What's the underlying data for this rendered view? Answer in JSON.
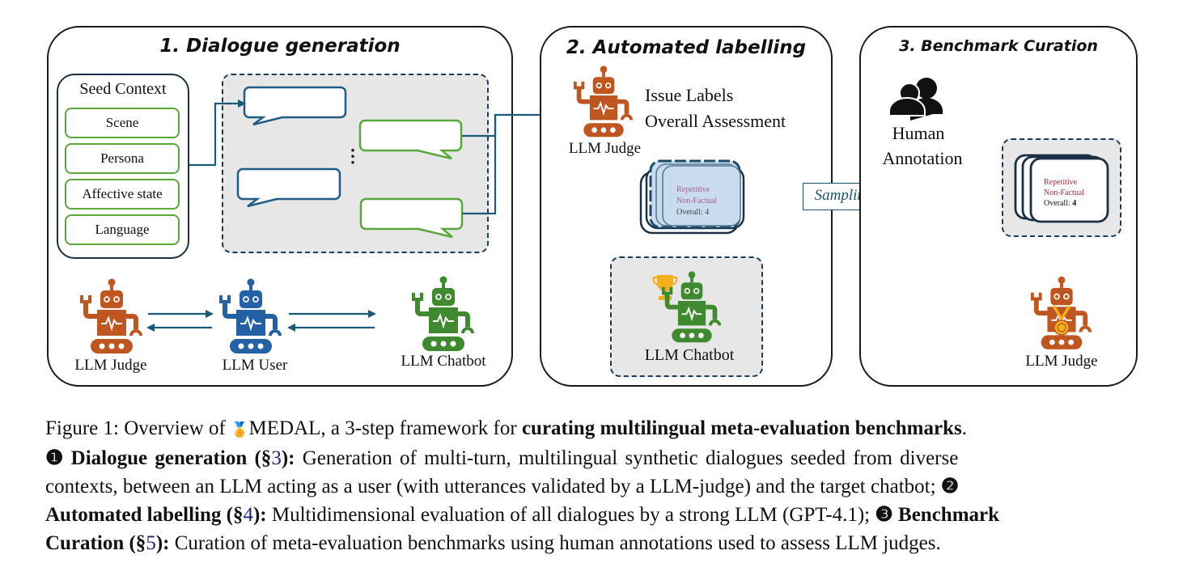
{
  "panels": [
    {
      "title": "1. Dialogue generation"
    },
    {
      "title": "2. Automated labelling"
    },
    {
      "title": "3. Benchmark Curation"
    }
  ],
  "seed_context": {
    "title": "Seed Context",
    "items": [
      "Scene",
      "Persona",
      "Affective state",
      "Language"
    ]
  },
  "dialogue": {
    "ellipsis": "⋮"
  },
  "agents_row": {
    "judge": "LLM Judge",
    "user": "LLM User",
    "chatbot": "LLM Chatbot"
  },
  "labelling": {
    "judge_label": "LLM Judge",
    "output_line1": "Issue Labels",
    "output_line2": "Overall Assessment",
    "card": {
      "issue1": "Repetitive",
      "issue2": "Non-Factual",
      "overall_label": "Overall:",
      "overall_value": "4"
    },
    "chatbot_label": "LLM Chatbot"
  },
  "sampling_label": "Sampling",
  "curation": {
    "human_label_line1": "Human",
    "human_label_line2": "Annotation",
    "card": {
      "issue1": "Repetitive",
      "issue2": "Non-Factual",
      "overall_label": "Overall:",
      "overall_value": "4"
    },
    "judge_label": "LLM Judge"
  },
  "colors": {
    "judge_orange": "#c0561f",
    "user_blue": "#2360a5",
    "chatbot_green": "#3f8a2f",
    "arrow_teal": "#1b5a7a",
    "trophy_gold": "#f2b01e",
    "issue_red": "#b0263a",
    "issue_pink": "#b05b8a"
  },
  "caption": {
    "line1_a": "Figure 1: Overview of ",
    "medal_icon": "🏅",
    "line1_b": "MEDAL, a 3-step framework for ",
    "line1_bold": "curating multilingual meta-evaluation benchmarks",
    "line1_end": ".",
    "step1_marker": "❶",
    "step1_title": " Dialogue generation (§",
    "step1_ref": "3",
    "step1_title_end": "):",
    "step1_text_a": " Generation of multi-turn, multilingual synthetic dialogues seeded from diverse",
    "step1_text_b": "contexts, between an LLM acting as a user (with utterances validated by a LLM-judge) and the target chatbot; ",
    "step2_marker": "❷",
    "step2_title": "Automated labelling (§",
    "step2_ref": "4",
    "step2_title_end": "):",
    "step2_text": " Multidimensional evaluation of all dialogues by a strong LLM (GPT-4.1); ",
    "step3_marker": "❸",
    "step3_title_a": " Benchmark",
    "step3_title_b": "Curation (§",
    "step3_ref": "5",
    "step3_title_end": "):",
    "step3_text": " Curation of meta-evaluation benchmarks using human annotations used to assess LLM judges."
  }
}
